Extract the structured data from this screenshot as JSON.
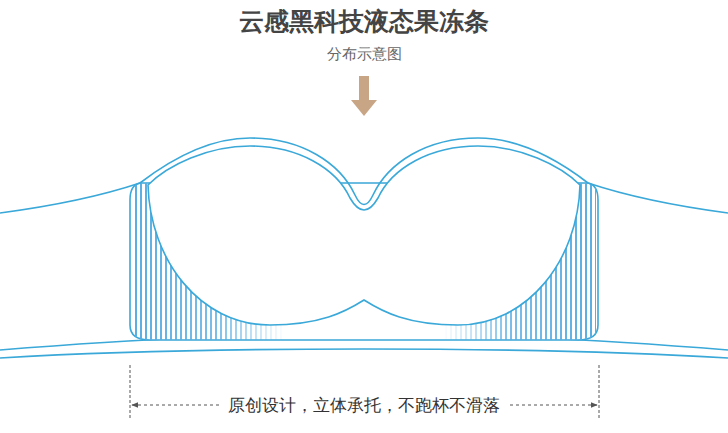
{
  "diagram": {
    "title": "云感黑科技液态果冻条",
    "labels": [
      "分布示意图",
      "原创设计，立体承托，不跑杯不滑落"
    ]
  }
}
